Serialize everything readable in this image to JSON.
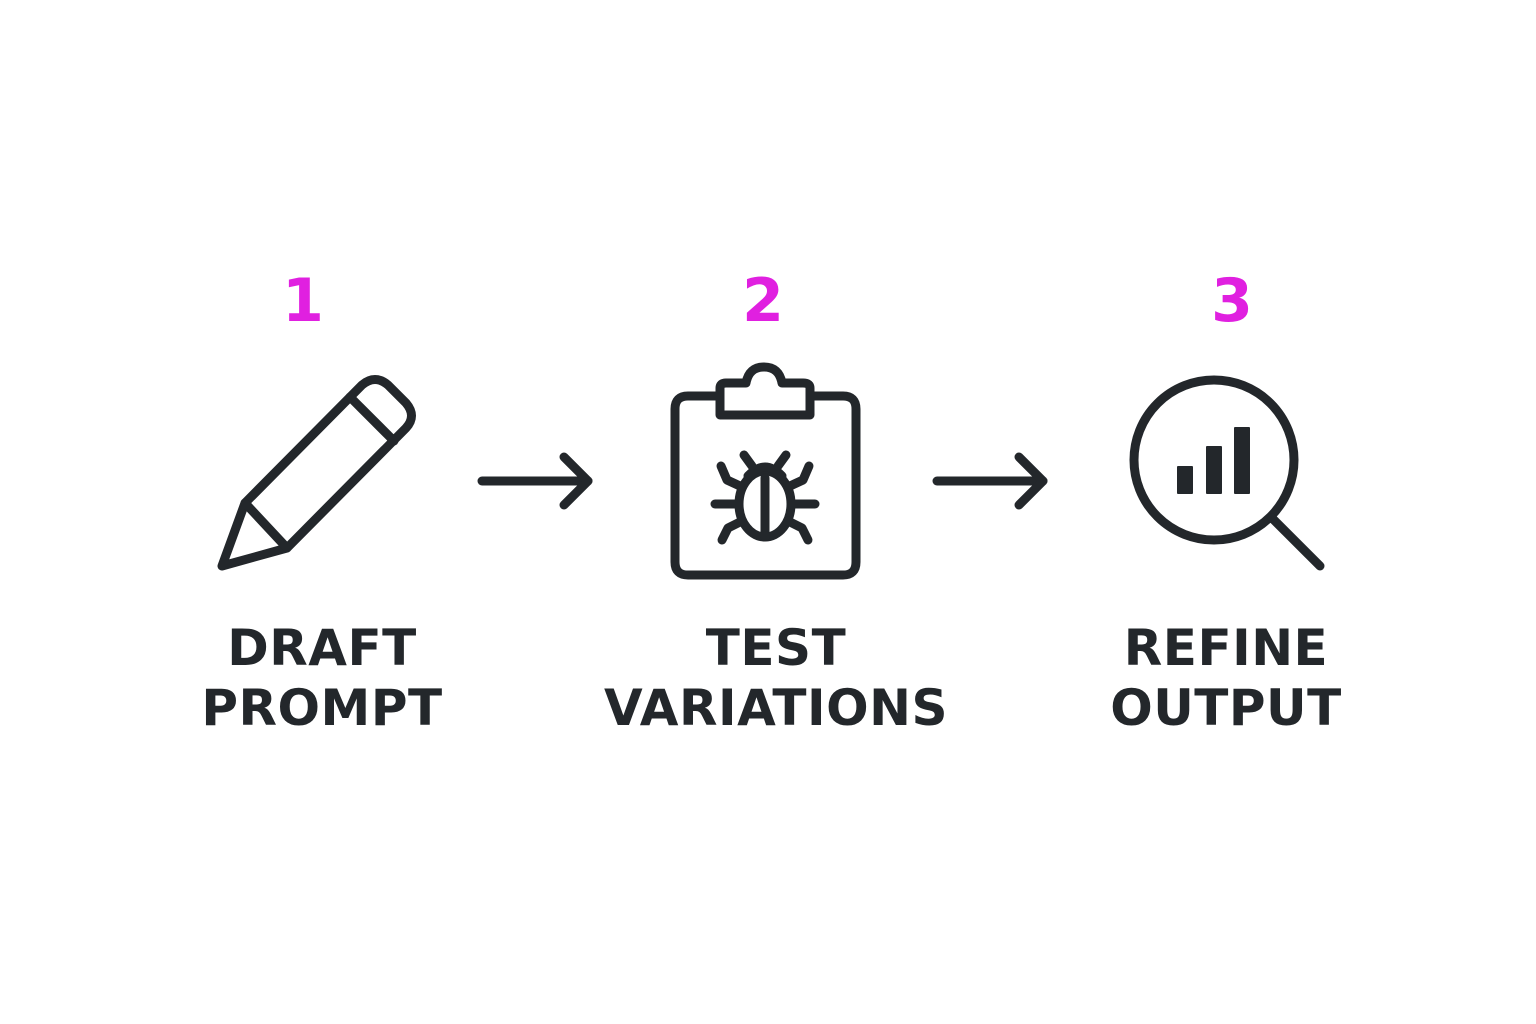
{
  "colors": {
    "accent": "#e020e0",
    "ink": "#23272b",
    "background": "#ffffff"
  },
  "steps": [
    {
      "number": "1",
      "label_line1": "DRAFT",
      "label_line2": "PROMPT",
      "icon": "pencil-icon"
    },
    {
      "number": "2",
      "label_line1": "TEST",
      "label_line2": "VARIATIONS",
      "icon": "clipboard-bug-icon"
    },
    {
      "number": "3",
      "label_line1": "REFINE",
      "label_line2": "OUTPUT",
      "icon": "magnifier-chart-icon"
    }
  ],
  "connectors": [
    "arrow-right-icon",
    "arrow-right-icon"
  ]
}
